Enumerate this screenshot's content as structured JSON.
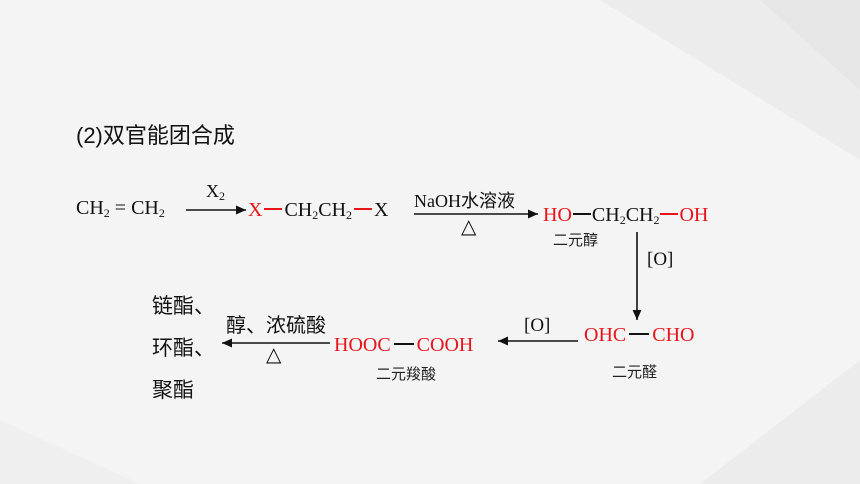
{
  "heading": "(2)双官能团合成",
  "ethylene": {
    "left": "CH",
    "left_sub": "2",
    "eq": " = ",
    "right": "CH",
    "right_sub": "2"
  },
  "step1": {
    "reagent": "X",
    "reagent_sub": "2"
  },
  "dihalide": {
    "x1": "X",
    "mid": "CH",
    "mid_sub1": "2",
    "mid2": "CH",
    "mid_sub2": "2",
    "x2": "X"
  },
  "step2": {
    "reagent": "NaOH水溶液",
    "condition": "△"
  },
  "diol": {
    "ho": "HO",
    "mid": "CH",
    "sub1": "2",
    "mid2": "CH",
    "sub2": "2",
    "oh": "OH",
    "caption": "二元醇"
  },
  "step3": {
    "reagent": "[O]"
  },
  "dialdehyde": {
    "left": "OHC",
    "right": "CHO",
    "caption": "二元醛"
  },
  "step4": {
    "reagent": "[O]"
  },
  "diacid": {
    "left": "HOOC",
    "right": "COOH",
    "caption": "二元羧酸"
  },
  "step5": {
    "reagent": "醇、浓硫酸",
    "condition": "△"
  },
  "esters": [
    "链酯、",
    "环酯、",
    "聚酯"
  ],
  "colors": {
    "bond_red": "#e8141a",
    "text": "#111111",
    "background": "#f4f4f4"
  }
}
